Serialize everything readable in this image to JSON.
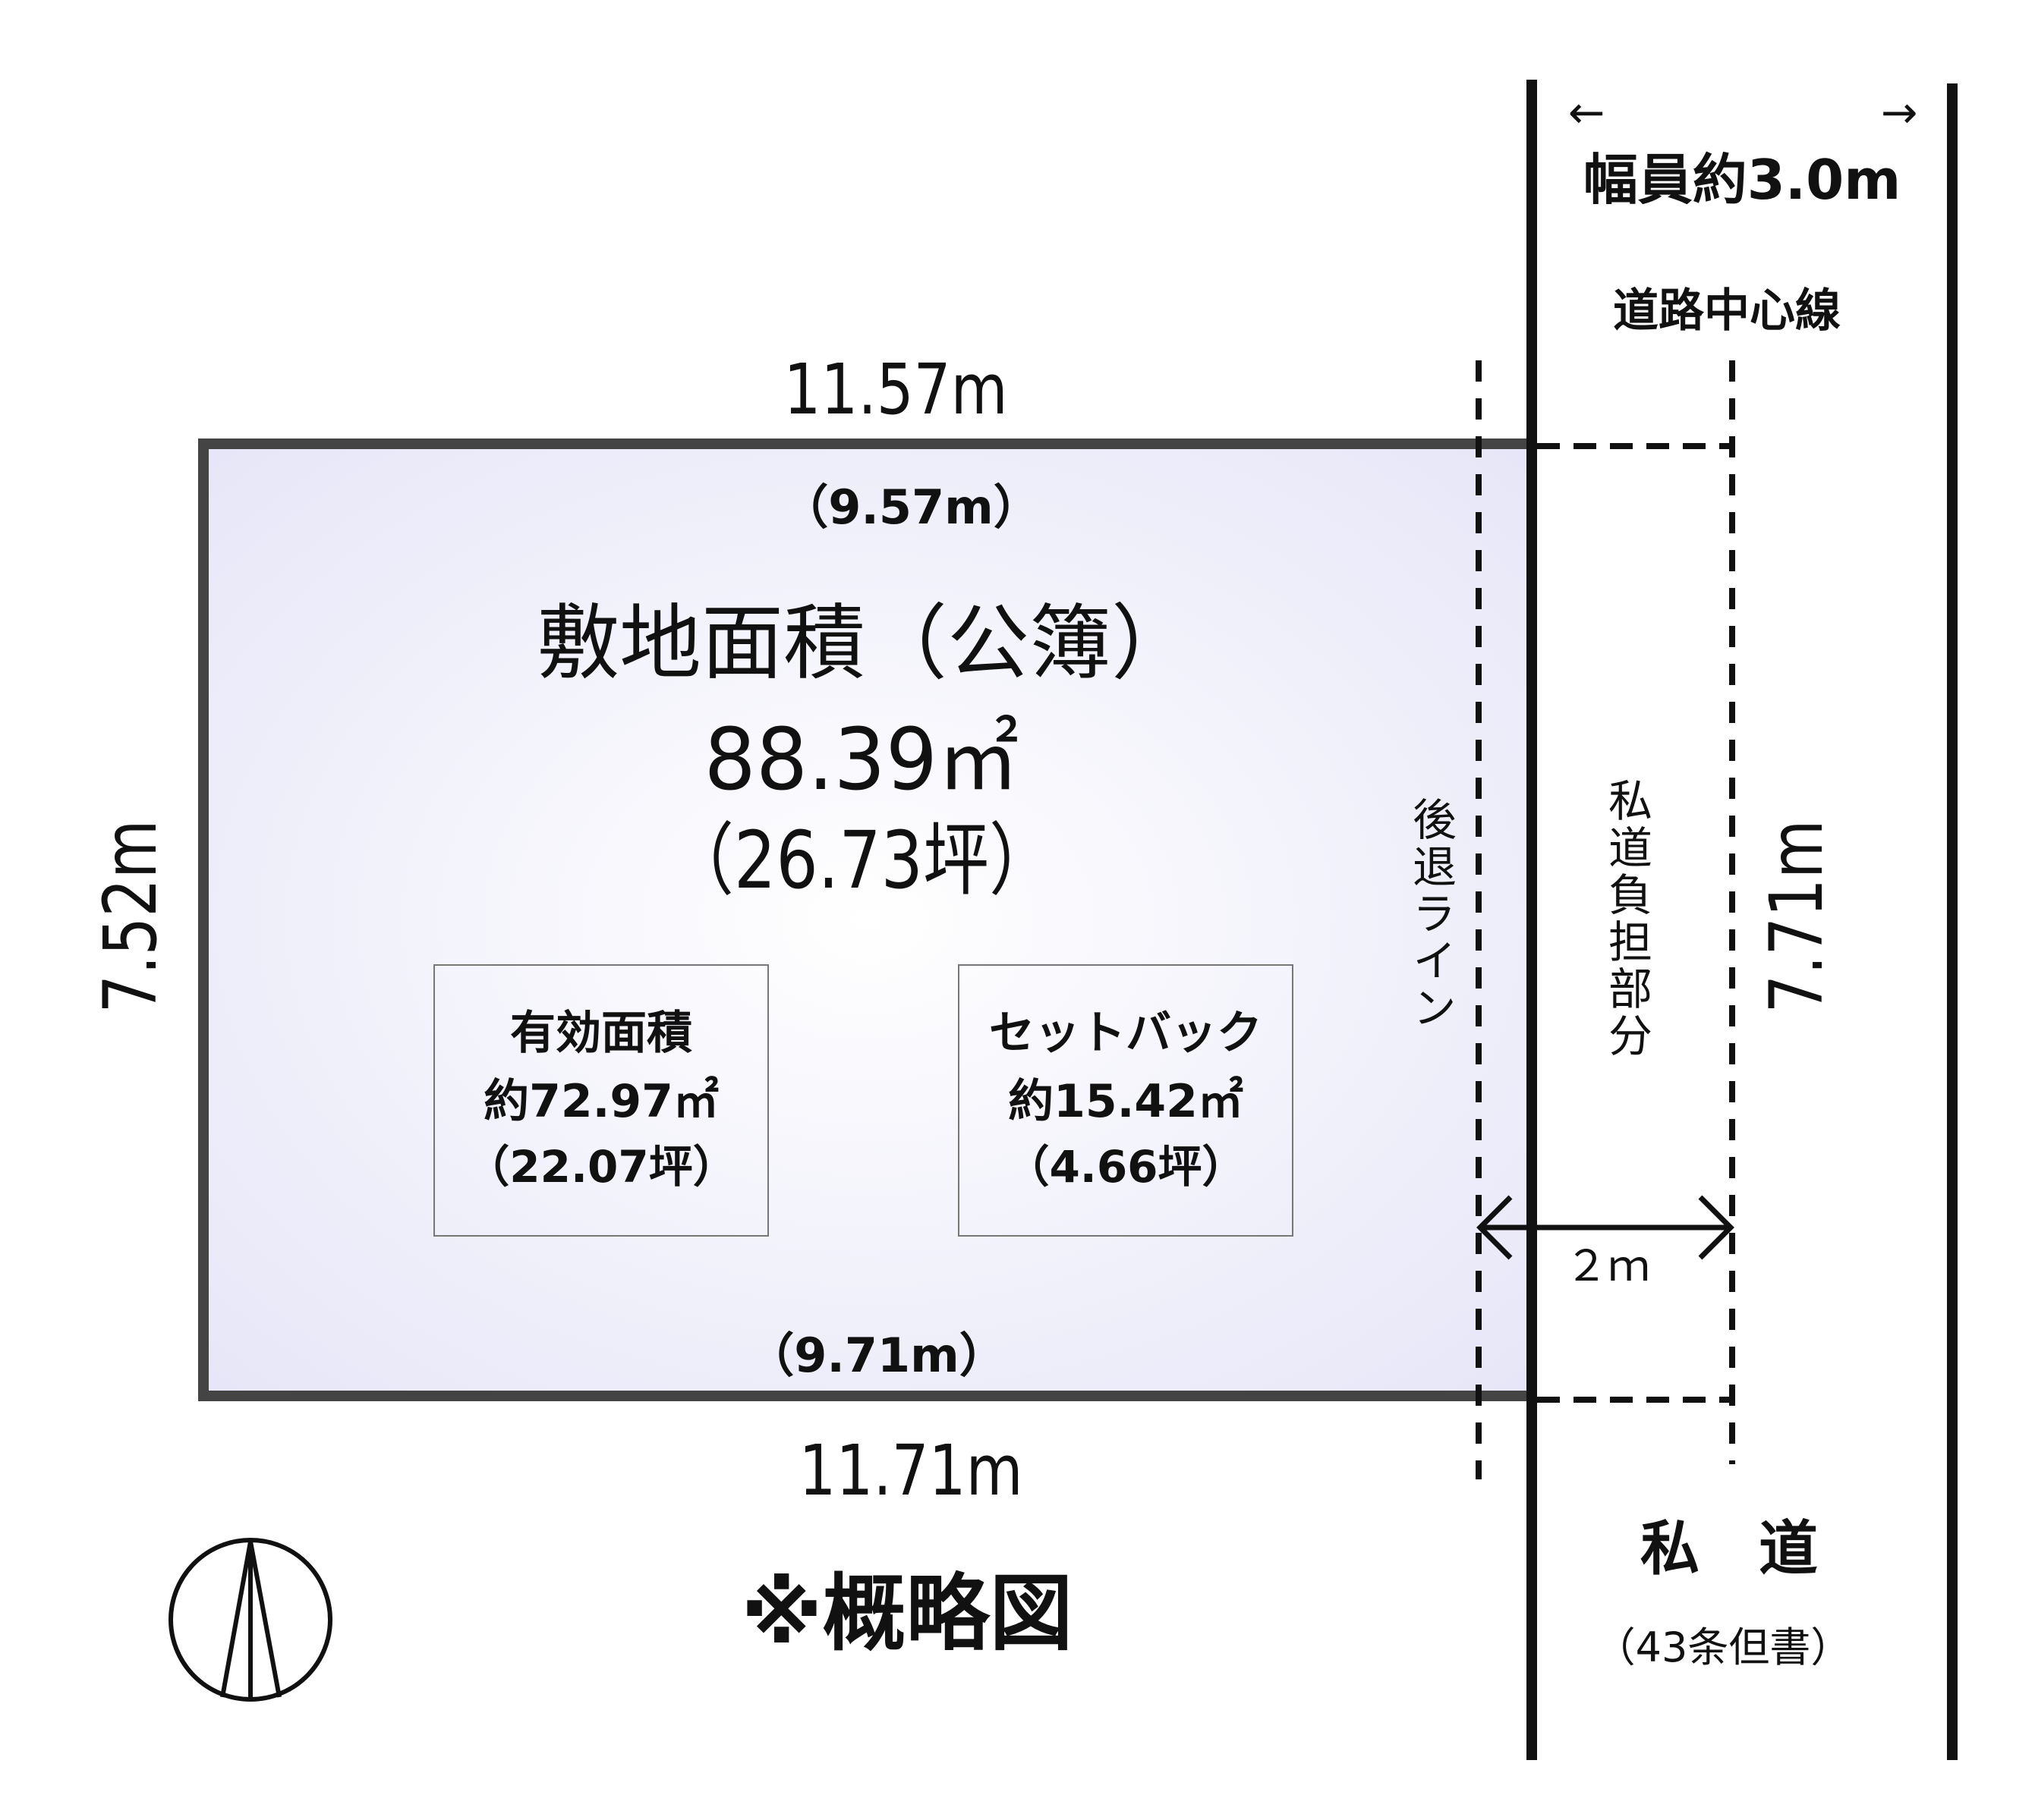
{
  "road": {
    "width_label": "幅員約3.0m",
    "arrow_left": "←",
    "arrow_right": "→",
    "center_line_label": "道路中心線",
    "name": "私　道",
    "note": "（43条但書）",
    "burden_label": "私道負担部分",
    "right_length": "7.71m"
  },
  "lot": {
    "top_length": "11.57m",
    "top_effective": "（9.57m）",
    "bottom_effective": "（9.71m）",
    "bottom_length": "11.71m",
    "left_length": "7.52m",
    "area_title": "敷地面積（公簿）",
    "area_sqm": "88.39㎡",
    "area_tsubo": "（26.73坪）",
    "setback_line_label": "後退ライン",
    "setback_width": "２ｍ",
    "colors": {
      "fill_edge": "#e6e6f8",
      "fill_center": "#ffffff",
      "border": "#444444"
    }
  },
  "effective_box": {
    "title": "有効面積",
    "sqm": "約72.97㎡",
    "tsubo": "（22.07坪）"
  },
  "setback_box": {
    "title": "セットバック",
    "sqm": "約15.42㎡",
    "tsubo": "（4.66坪）"
  },
  "footer": {
    "note": "※概略図",
    "north_icon": "north-arrow-icon"
  }
}
